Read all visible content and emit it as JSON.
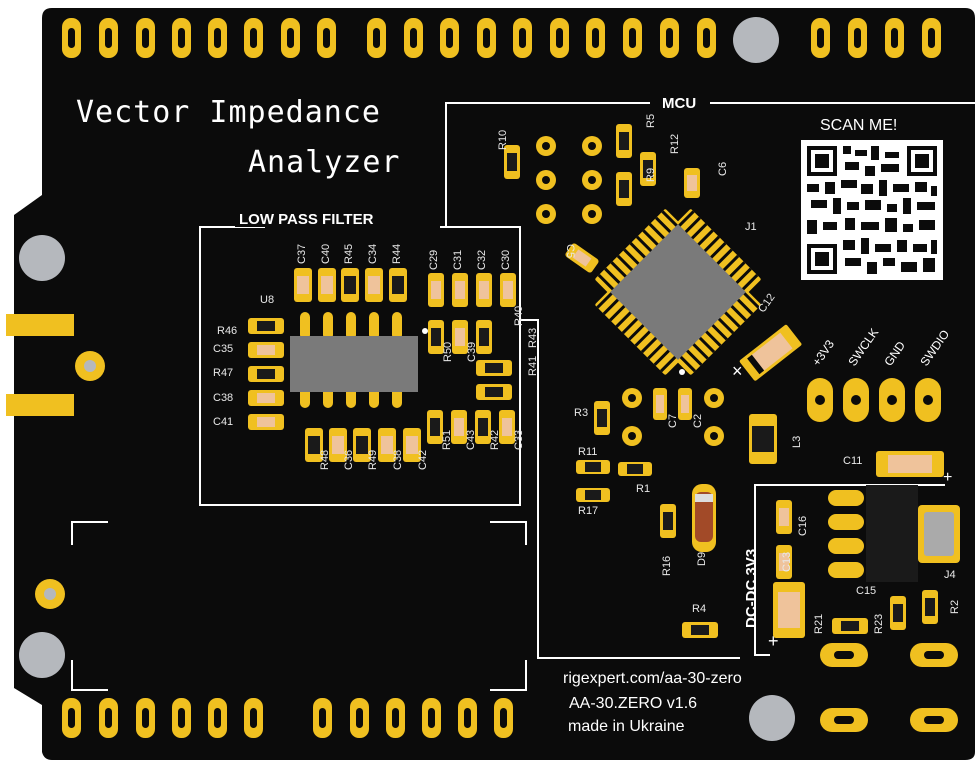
{
  "board": {
    "title_line1": "Vector Impedance",
    "title_line2": "Analyzer",
    "lpf_label": "LOW PASS FILTER",
    "mcu_label": "MCU",
    "scan_label": "SCAN ME!",
    "url": "rigexpert.com/aa-30-zero",
    "version": "AA-30.ZERO v1.6",
    "origin": "made in Ukraine",
    "dcdc_label": "DC-DC 3V3",
    "header_pins": [
      "+3V3",
      "SWCLK",
      "GND",
      "SWDIO"
    ],
    "plus_sign": "+",
    "x_mark": "×"
  },
  "components": {
    "lpf_top": [
      "C37",
      "C40",
      "R45",
      "C34",
      "R44",
      "C29",
      "C31",
      "C32",
      "C30"
    ],
    "lpf_left": [
      "R46",
      "C35",
      "R47",
      "C38",
      "C41"
    ],
    "lpf_bottom": [
      "R48",
      "C36",
      "R49",
      "C38",
      "C42",
      "R51",
      "C43",
      "R42",
      "C33"
    ],
    "lpf_mid": [
      "R50",
      "C39",
      "R40",
      "R41",
      "R43"
    ],
    "u8": "U8",
    "mcu_area": [
      "R10",
      "R5",
      "R12",
      "R9",
      "C6",
      "J1",
      "C5",
      "C12",
      "R3",
      "C7",
      "C2",
      "R11",
      "R1",
      "R17",
      "L3",
      "C11",
      "R16",
      "D9",
      "R4"
    ],
    "dcdc_area": [
      "C16",
      "C13",
      "C15",
      "J4",
      "R2",
      "R21",
      "R23"
    ]
  },
  "colors": {
    "pcb": "#0b0b0b",
    "gold": "#f0c020",
    "silk": "#ffffff",
    "chip": "#7a7a7a",
    "hole": "#b5b8bd",
    "cap": "#efc39b",
    "diode": "#a24a28"
  }
}
